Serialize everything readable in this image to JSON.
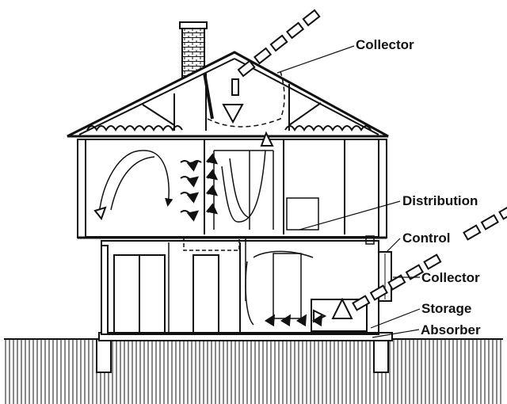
{
  "labels": {
    "collector_top": "Collector",
    "distribution": "Distribution",
    "control": "Control",
    "collector_low": "Collector",
    "storage": "Storage",
    "absorber": "Absorber"
  },
  "icons": {
    "sun_rays": "dashed-ray-icon",
    "air_flow": "flow-arrow-icon",
    "heat_radiation": "wavy-arrow-icon"
  },
  "colors": {
    "ink": "#111111",
    "paper": "#ffffff"
  }
}
